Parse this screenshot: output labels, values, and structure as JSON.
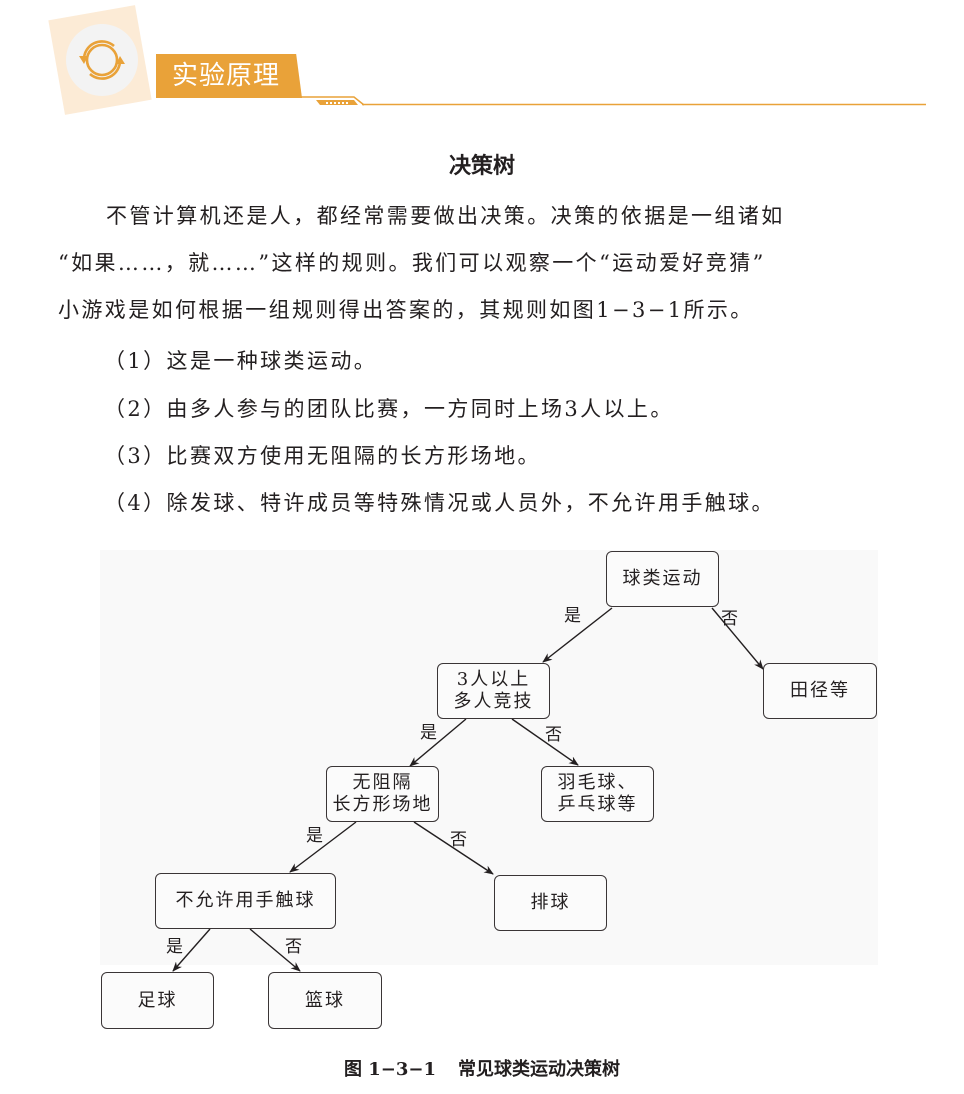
{
  "header": {
    "icon": "cycle-arrows-icon",
    "section_label": "实验原理",
    "accent_color": "#e9a239"
  },
  "title": "决策树",
  "intro": {
    "lines": [
      "不管计算机还是人，都经常需要做出决策。决策的依据是一组诸如",
      "“如果……，就……”这样的规则。我们可以观察一个“运动爱好竞猜”",
      "小游戏是如何根据一组规则得出答案的，其规则如图1−3−1所示。"
    ]
  },
  "rules": [
    "（1）这是一种球类运动。",
    "（2）由多人参与的团队比赛，一方同时上场3人以上。",
    "（3）比赛双方使用无阻隔的长方形场地。",
    "（4）除发球、特许成员等特殊情况或人员外，不允许用手触球。"
  ],
  "diagram": {
    "nodes": {
      "root": [
        "球类运动"
      ],
      "track": [
        "田径等"
      ],
      "team": [
        "3人以上",
        "多人竞技"
      ],
      "racket": [
        "羽毛球、",
        "乒乓球等"
      ],
      "field": [
        "无阻隔",
        "长方形场地"
      ],
      "volleyball": [
        "排球"
      ],
      "nohands": [
        "不允许用手触球"
      ],
      "football": [
        "足球"
      ],
      "basketball": [
        "篮球"
      ]
    },
    "edge_labels": {
      "yes": "是",
      "no": "否"
    }
  },
  "caption": {
    "number": "图 1−3−1",
    "text": "常见球类运动决策树"
  }
}
